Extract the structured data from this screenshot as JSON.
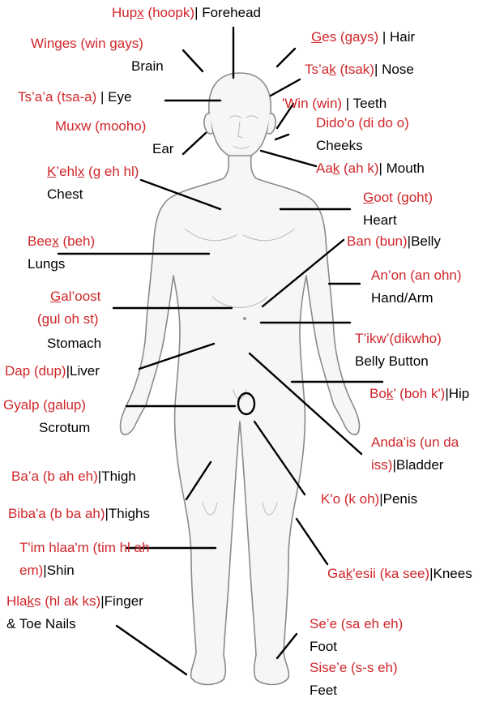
{
  "colors": {
    "red_text": "#d0262a",
    "black_text": "#111111",
    "body_outline": "#8a8a8a"
  },
  "labels": {
    "forehead": {
      "red_pre": "Hup",
      "red_u": "x",
      "red_post": " (hoopk)",
      "black": "| Forehead"
    },
    "brain": {
      "red": "Winges (win gays)",
      "black": "Brain"
    },
    "hair": {
      "red_u": "G",
      "red_post": "es (gays)",
      "black": " | Hair"
    },
    "nose": {
      "red_pre": "Ts’a",
      "red_u": "k",
      "red_post": " (tsak)",
      "black": "| Nose"
    },
    "eye": {
      "red": "Ts’a’a (tsa-a)",
      "black": " | Eye"
    },
    "teeth": {
      "red": "'Win (win)",
      "black": " | Teeth"
    },
    "ear": {
      "red": "Muxw (mooho)",
      "black": "Ear"
    },
    "cheeks": {
      "red": "Dido'o (di do o)",
      "black": "Cheeks"
    },
    "mouth": {
      "red_pre": "Aa",
      "red_u": "k",
      "red_post": " (ah k)",
      "black": "| Mouth"
    },
    "chest": {
      "red_u1": "K",
      "red_mid": "’ehl",
      "red_u2": "x",
      "red_post": " (g eh hl)",
      "black": "Chest"
    },
    "heart": {
      "red_u": "G",
      "red_post": "oot (goht)",
      "black": "Heart"
    },
    "lungs": {
      "red_pre": "Bee",
      "red_u": "x",
      "red_post": " (beh)",
      "black": "Lungs"
    },
    "belly": {
      "red": "Ban (bun)",
      "black": "|Belly"
    },
    "hand_arm": {
      "red": "An’on (an ohn)",
      "black": "Hand/Arm"
    },
    "stomach": {
      "red_line1_u": "G",
      "red_line1_post": "al’oost",
      "red_line2": "(gul oh st)",
      "black": "Stomach"
    },
    "belly_button": {
      "red": "T’ikw’(dikwho)",
      "black": "Belly Button"
    },
    "liver": {
      "red": "Dap (dup)",
      "black": "|Liver"
    },
    "hip": {
      "red_pre": "Bo",
      "red_u": "k",
      "red_post": "’ (boh k')",
      "black": "|Hip"
    },
    "scrotum": {
      "red": "Gyalp (galup)",
      "black": "Scrotum"
    },
    "bladder": {
      "red_line1": "Anda'is (un da",
      "red_line2": "iss)",
      "black": "|Bladder"
    },
    "thigh": {
      "red": "Ba’a (b ah eh)",
      "black": "|Thigh"
    },
    "penis": {
      "red": "K'o (k oh)",
      "black": "|Penis"
    },
    "thighs": {
      "red": "Biba'a (b ba ah)",
      "black": "|Thighs"
    },
    "shin": {
      "red_line1": "T'im hlaa'm (tim hl ah",
      "red_line2": "em)",
      "black": "|Shin"
    },
    "knees": {
      "red_pre": "Ga",
      "red_u": "k",
      "red_post": "'esii (ka see)",
      "black": "|Knees"
    },
    "nails": {
      "red_pre": "Hla",
      "red_u": "k",
      "red_post": "s (hl ak ks)",
      "black1": "|Finger",
      "black2": "& Toe Nails"
    },
    "foot": {
      "red": "Se’e (sa eh eh)",
      "black": "Foot"
    },
    "feet": {
      "red": "Sise’e (s-s eh)",
      "black": "Feet"
    }
  }
}
